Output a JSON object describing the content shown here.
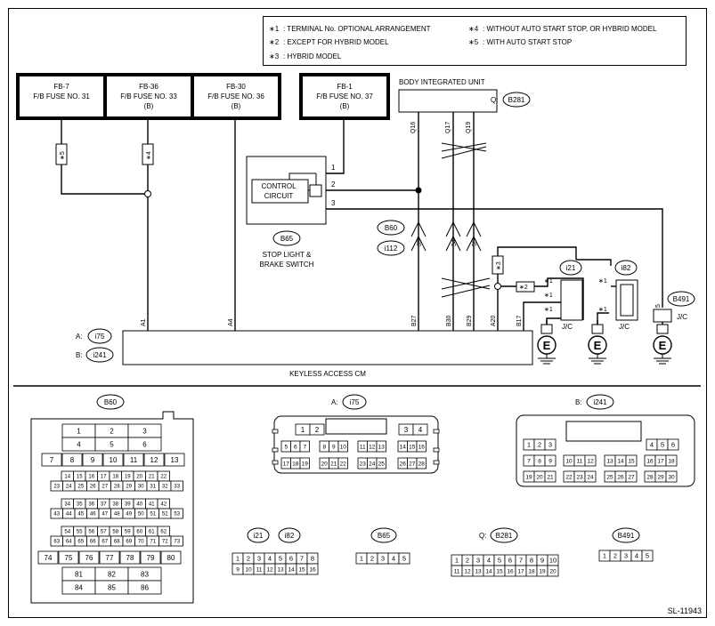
{
  "legend": [
    {
      "mark": "∗1",
      "text": ": TERMINAL No. OPTIONAL ARRANGEMENT"
    },
    {
      "mark": "∗2",
      "text": ": EXCEPT FOR HYBRID MODEL"
    },
    {
      "mark": "∗3",
      "text": ": HYBRID MODEL"
    },
    {
      "mark": "∗4",
      "text": ": WITHOUT AUTO START STOP, OR HYBRID MODEL"
    },
    {
      "mark": "∗5",
      "text": ": WITH AUTO START STOP"
    }
  ],
  "fuses": [
    {
      "line1": "FB-7",
      "line2": "F/B FUSE NO. 31",
      "line3": ""
    },
    {
      "line1": "FB-36",
      "line2": "F/B FUSE NO. 33",
      "line3": "(B)"
    },
    {
      "line1": "FB-30",
      "line2": "F/B FUSE NO. 36",
      "line3": "(B)"
    },
    {
      "line1": "FB-1",
      "line2": "F/B FUSE NO. 37",
      "line3": "(B)"
    }
  ],
  "biu": {
    "title": "BODY INTEGRATED UNIT",
    "prefix": "Q:",
    "connector": "B281",
    "pins": [
      "Q16",
      "Q17",
      "Q19"
    ]
  },
  "switch": {
    "inner": [
      "CONTROL",
      "CIRCUIT"
    ],
    "connector": "B65",
    "name": [
      "STOP LIGHT &",
      "BRAKE SWITCH"
    ],
    "pins": [
      "1",
      "2",
      "3"
    ]
  },
  "harness": {
    "top": "B60",
    "bottom": "i112",
    "pins": [
      "39",
      "54",
      "55"
    ]
  },
  "marks": {
    "m1": "∗1",
    "m2": "∗2",
    "m3": "∗3",
    "m4": "∗4",
    "m5": "∗5"
  },
  "jc": {
    "left": "i21",
    "right": "i82",
    "label": "J/C",
    "b491": "B491",
    "b491_pin": "5",
    "ground": "E"
  },
  "cm": {
    "name": "KEYLESS ACCESS CM",
    "prefix_a": "A:",
    "conn_a": "i75",
    "prefix_b": "B:",
    "conn_b": "i241",
    "pins": [
      "A1",
      "A4",
      "B27",
      "B30",
      "B29",
      "A20",
      "B17"
    ]
  },
  "connectors": {
    "b60": {
      "name": "B60",
      "r1": [
        "1",
        "2",
        "3"
      ],
      "r2": [
        "4",
        "5",
        "6"
      ],
      "r3": [
        "7",
        "8",
        "9",
        "10",
        "11",
        "12",
        "13"
      ],
      "r4": [
        "14",
        "15",
        "16",
        "17",
        "18",
        "19",
        "20",
        "21",
        "22"
      ],
      "r5": [
        "23",
        "24",
        "25",
        "26",
        "27",
        "28",
        "29",
        "30",
        "31",
        "32",
        "33"
      ],
      "r6": [
        "34",
        "35",
        "36",
        "37",
        "38",
        "39",
        "40",
        "41",
        "42"
      ],
      "r7": [
        "43",
        "44",
        "45",
        "46",
        "47",
        "48",
        "49",
        "50",
        "51",
        "52",
        "53"
      ],
      "r8": [
        "54",
        "55",
        "56",
        "57",
        "58",
        "59",
        "60",
        "61",
        "62"
      ],
      "r9": [
        "63",
        "64",
        "65",
        "66",
        "67",
        "68",
        "69",
        "70",
        "71",
        "72",
        "73"
      ],
      "r10": [
        "74",
        "75",
        "76",
        "77",
        "78",
        "79",
        "80"
      ],
      "r11": [
        "81",
        "82",
        "83"
      ],
      "r12": [
        "84",
        "85",
        "86"
      ]
    },
    "i75": {
      "prefix": "A:",
      "name": "i75",
      "r1a": [
        "1",
        "2"
      ],
      "r1b": [
        "3",
        "4"
      ],
      "r2": [
        [
          "5",
          "6",
          "7"
        ],
        [
          "8",
          "9",
          "10"
        ],
        [
          "11",
          "12",
          "13"
        ],
        [
          "14",
          "15",
          "16"
        ]
      ],
      "r3": [
        [
          "17",
          "18",
          "19"
        ],
        [
          "20",
          "21",
          "22"
        ],
        [
          "23",
          "24",
          "25"
        ],
        [
          "26",
          "27",
          "28"
        ]
      ]
    },
    "i241": {
      "prefix": "B:",
      "name": "i241",
      "r1a": [
        "1",
        "2",
        "3"
      ],
      "r1b": [
        "4",
        "5",
        "6"
      ],
      "r2": [
        [
          "7",
          "8",
          "9"
        ],
        [
          "10",
          "11",
          "12"
        ],
        [
          "13",
          "14",
          "15"
        ],
        [
          "16",
          "17",
          "18"
        ]
      ],
      "r3": [
        [
          "19",
          "20",
          "21"
        ],
        [
          "22",
          "23",
          "24"
        ],
        [
          "25",
          "26",
          "27"
        ],
        [
          "28",
          "29",
          "30"
        ]
      ]
    },
    "i21": {
      "names": [
        "i21",
        "i82"
      ],
      "r1": [
        "1",
        "2",
        "3",
        "4",
        "5",
        "6",
        "7",
        "8"
      ],
      "r2": [
        "9",
        "10",
        "11",
        "12",
        "13",
        "14",
        "15",
        "16"
      ]
    },
    "b65": {
      "name": "B65",
      "r1": [
        "1",
        "2",
        "3",
        "4",
        "5"
      ]
    },
    "b281": {
      "prefix": "Q:",
      "name": "B281",
      "r1": [
        "1",
        "2",
        "3",
        "4",
        "5",
        "6",
        "7",
        "8",
        "9",
        "10"
      ],
      "r2": [
        "11",
        "12",
        "13",
        "14",
        "15",
        "16",
        "17",
        "18",
        "19",
        "20"
      ]
    },
    "b491": {
      "name": "B491",
      "r1": [
        "1",
        "2",
        "3",
        "4",
        "5"
      ]
    }
  },
  "code": "SL-11943"
}
